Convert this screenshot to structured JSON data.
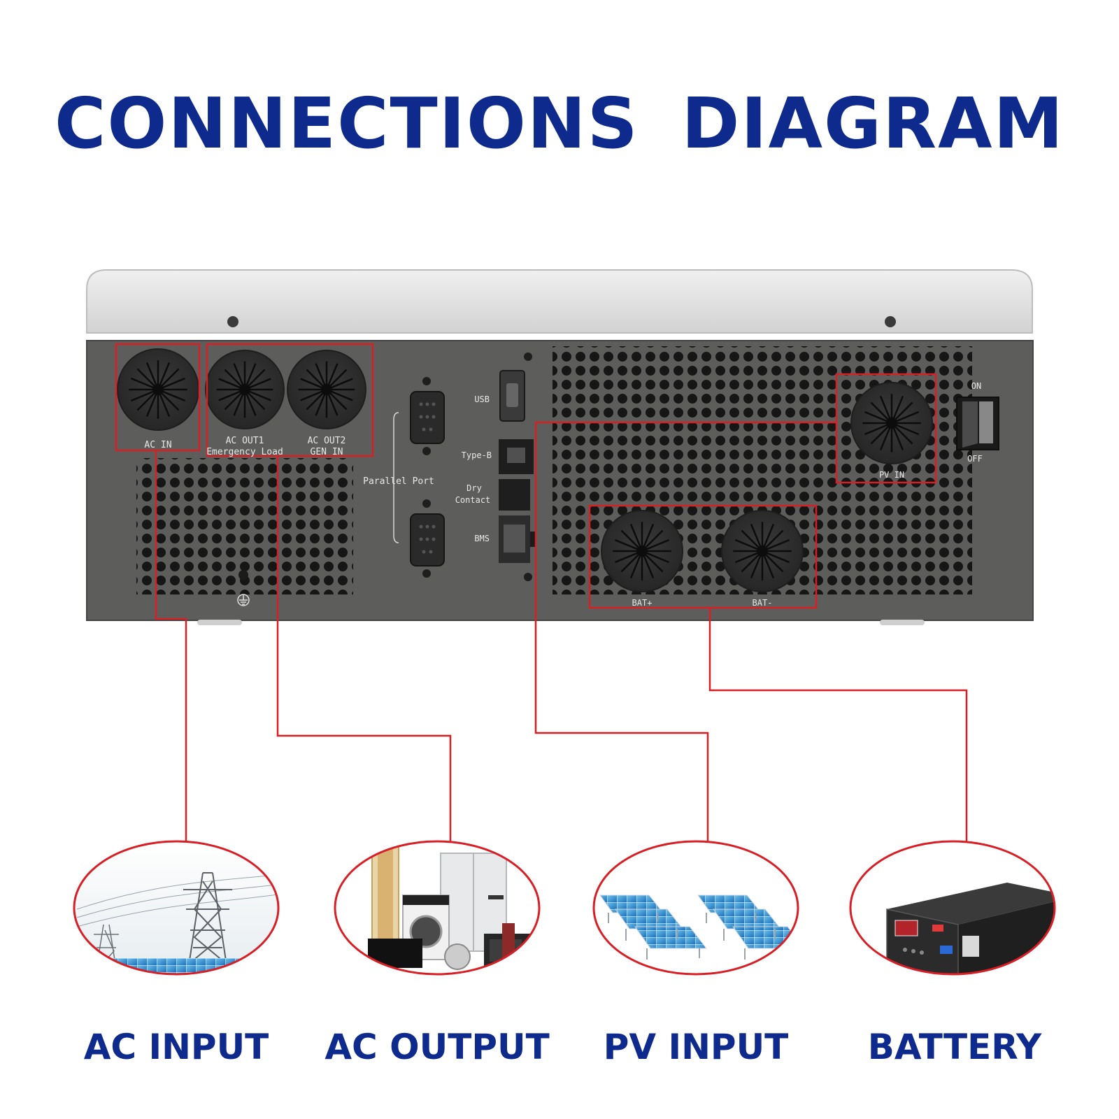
{
  "title": "CONNECTIONS DIAGRAM",
  "panel_labels": {
    "ac_in": "AC IN",
    "ac_out1_line1": "AC OUT1",
    "ac_out1_line2": "Emergency Load",
    "ac_out2_line1": "AC OUT2",
    "ac_out2_line2": "GEN IN",
    "parallel_port": "Parallel Port",
    "usb": "USB",
    "type_b": "Type-B",
    "dry_line1": "Dry",
    "dry_line2": "Contact",
    "bms": "BMS",
    "pv_in": "PV IN",
    "on": "ON",
    "off": "OFF",
    "bat_plus": "BAT+",
    "bat_minus": "BAT-"
  },
  "categories": {
    "ac_input": "AC INPUT",
    "ac_output": "AC OUTPUT",
    "pv_input": "PV INPUT",
    "battery": "BATTERY"
  },
  "colors": {
    "title": "#0d2a8c",
    "highlight": "#d81f26",
    "panel": "#5d5e5b",
    "lid": "#dcdcdc"
  }
}
